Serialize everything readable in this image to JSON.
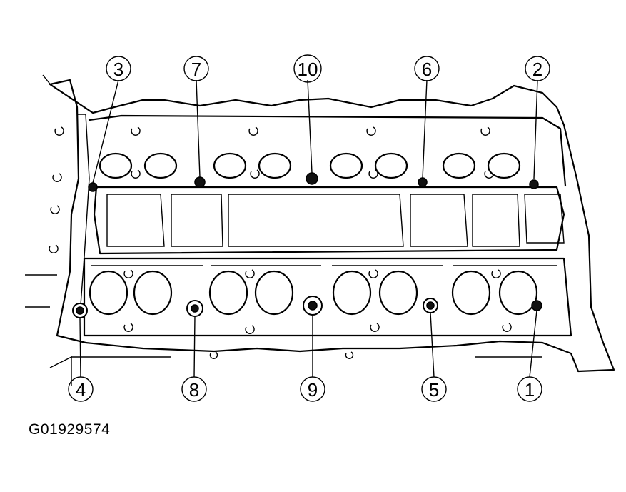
{
  "figure_id": "G01929574",
  "callouts": [
    {
      "label": "1"
    },
    {
      "label": "2"
    },
    {
      "label": "3"
    },
    {
      "label": "4"
    },
    {
      "label": "5"
    },
    {
      "label": "6"
    },
    {
      "label": "7"
    },
    {
      "label": "8"
    },
    {
      "label": "9"
    },
    {
      "label": "10"
    }
  ]
}
